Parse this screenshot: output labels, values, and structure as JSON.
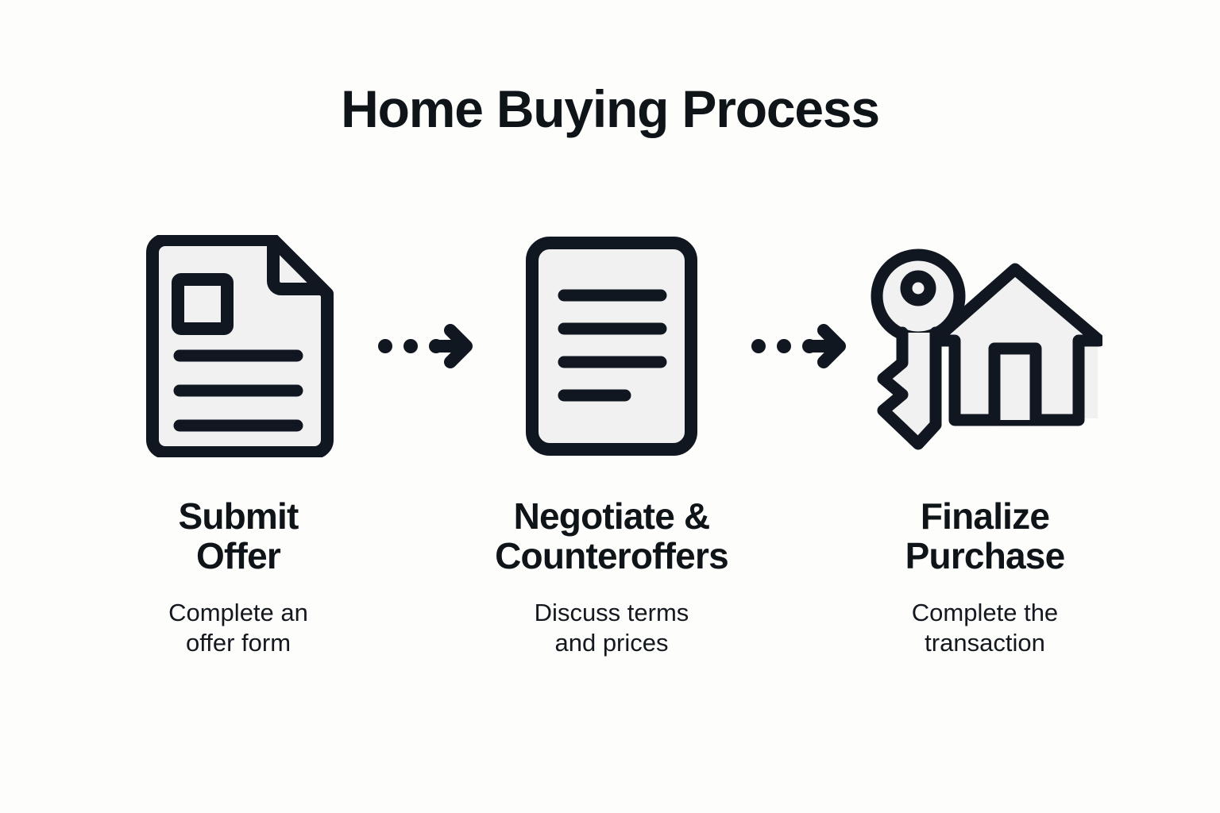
{
  "page": {
    "title": "Home Buying Process",
    "background_color": "#FDFDFB",
    "ink_color": "#111720",
    "icon_fill_color": "#F1F1F1"
  },
  "steps": [
    {
      "icon": "document-with-photo-icon",
      "heading": "Submit Offer",
      "heading_line_1": "Submit",
      "heading_line_2": "Offer",
      "subtitle": "Complete an offer form",
      "subtitle_line_1": "Complete an",
      "subtitle_line_2": "offer form"
    },
    {
      "icon": "document-lines-icon",
      "heading": "Negotiate & Counteroffers",
      "heading_line_1": "Negotiate &",
      "heading_line_2": "Counteroffers",
      "subtitle": "Discuss terms and prices",
      "subtitle_line_1": "Discuss terms",
      "subtitle_line_2": "and prices"
    },
    {
      "icon": "key-and-house-icon",
      "heading": "Finalize Purchase",
      "heading_line_1": "Finalize",
      "heading_line_2": "Purchase",
      "subtitle": "Complete the transaction",
      "subtitle_line_1": "Complete the",
      "subtitle_line_2": "transaction"
    }
  ],
  "connectors": [
    {
      "icon": "dotted-arrow-right-icon",
      "dots": 3
    },
    {
      "icon": "dotted-arrow-right-icon",
      "dots": 3
    }
  ]
}
